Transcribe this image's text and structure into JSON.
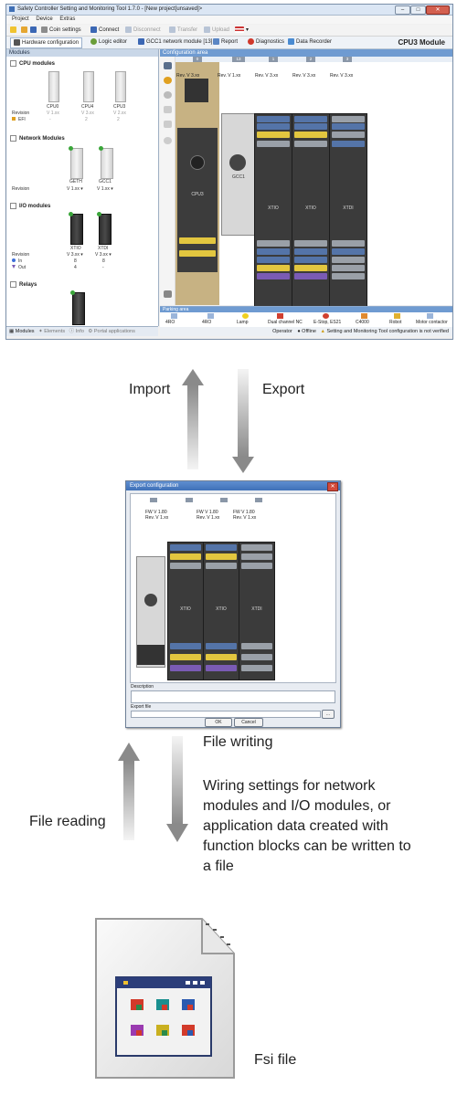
{
  "app": {
    "title": "Safety Controller Setting and Monitoring Tool 1.7.0 - [New project[unsaved]>",
    "menu": [
      "Project",
      "Device",
      "Extras"
    ],
    "toolbar1": {
      "coin_settings": "Coin settings",
      "connect": "Connect",
      "disconnect": "Disconnect",
      "transfer": "Transfer",
      "upload": "Upload"
    },
    "toolbar2": {
      "hardware_configuration": "Hardware configuration",
      "logic_editor": "Logic editor",
      "network_module": "GCC1 network module [13]",
      "report": "Report",
      "diagnostics": "Diagnostics",
      "data_recorder": "Data Recorder",
      "module_name": "CPU3 Module"
    },
    "left_panel": {
      "header": "Modules",
      "cpu_modules": {
        "title": "CPU modules",
        "names": [
          "CPU0",
          "CPU4",
          "CPU3"
        ],
        "revision_label": "Revision",
        "revisions": [
          "V 1.xx",
          "V 3.xx",
          "V 2.xx"
        ],
        "efi_label": "EFI",
        "efi_values": [
          "-",
          "2",
          "2"
        ]
      },
      "network_modules": {
        "title": "Network Modules",
        "names": [
          "GETH",
          "GCC1"
        ],
        "revision_label": "Revision",
        "revisions": [
          "V 1.xx",
          "V 1.xx"
        ]
      },
      "io_modules": {
        "title": "I/O modules",
        "names": [
          "XTIO",
          "XTDI"
        ],
        "revision_label": "Revision",
        "revisions": [
          "V 3.xx",
          "V 3.xx"
        ],
        "in_label": "In",
        "out_label": "Out",
        "in_values": [
          "8",
          "8"
        ],
        "out_values": [
          "4",
          "-"
        ]
      },
      "relays": {
        "title": "Relays"
      },
      "footer": [
        "Modules",
        "Elements",
        "Info",
        "Portal applications"
      ]
    },
    "config_area": {
      "header": "Configuration area",
      "slots": [
        "0",
        "13",
        "1",
        "2",
        "3"
      ],
      "revisions": [
        "Rev. V 3.xx",
        "Rev. V 1.xx",
        "Rev. V 3.xx",
        "Rev. V 3.xx",
        "Rev. V 3.xx"
      ],
      "modules": [
        "CPU3",
        "GCC1",
        "XTIO",
        "XTIO",
        "XTDI"
      ]
    },
    "parking_area": {
      "header": "Parking area",
      "items": [
        "4RO",
        "4RO",
        "Lamp",
        "Dual channel NC",
        "E-Stop, ES21",
        "C4000",
        "Robot",
        "Motor contactor"
      ]
    },
    "status": {
      "operator": "Operator",
      "offline": "Offline",
      "message": "Setting and Monitoring Tool configuration is not verified"
    }
  },
  "arrows_top": {
    "import": "Import",
    "export": "Export"
  },
  "dialog": {
    "title": "Export configuration",
    "fw": [
      {
        "fw": "FW V 1.80",
        "rev": "Rev. V 1.xx"
      },
      {
        "fw": "FW V 1.80",
        "rev": "Rev. V 1.xx"
      },
      {
        "fw": "FW V 1.80",
        "rev": "Rev. V 1.xx"
      }
    ],
    "modules": [
      "XTIO",
      "XTIO",
      "XTDI"
    ],
    "description_label": "Description",
    "export_file_label": "Export file",
    "browse": "...",
    "ok": "OK",
    "cancel": "Cancel"
  },
  "arrows_bottom": {
    "file_reading": "File reading",
    "file_writing": "File writing",
    "description_lines": [
      "Wiring settings for network",
      "modules and I/O modules, or",
      "application data created with",
      "function blocks can be written to",
      "a file"
    ]
  },
  "fsi_label": "Fsi file",
  "colors": {
    "accent_blue": "#6f9bd1",
    "cpu_slot_tan": "#c7b283",
    "terminal_blue": "#5474a8",
    "terminal_yellow": "#e2c63f",
    "terminal_purple": "#7a5bb4"
  }
}
